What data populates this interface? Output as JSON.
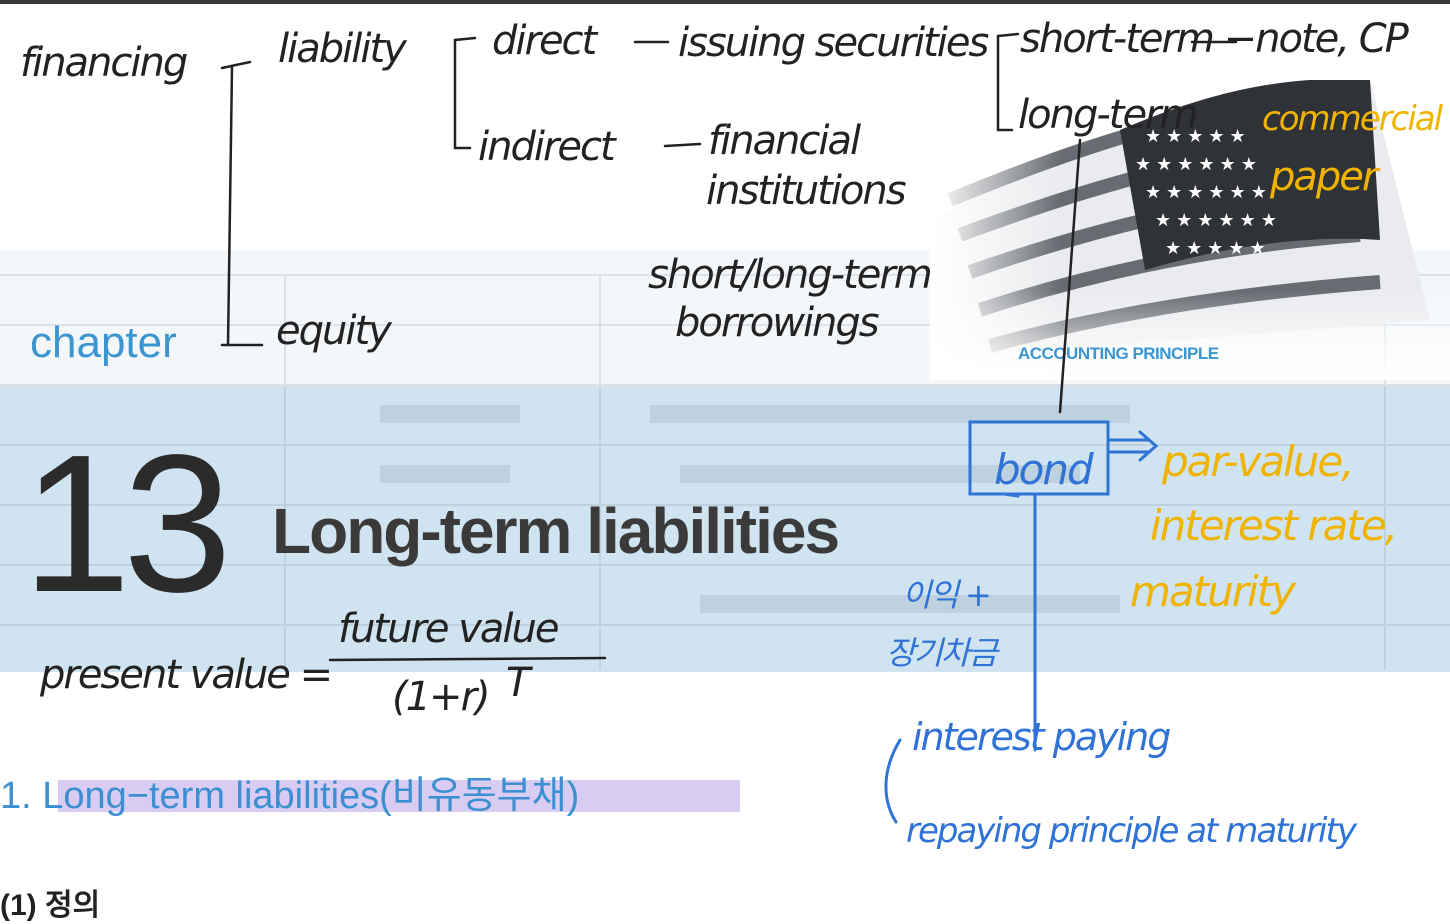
{
  "page": {
    "chapter_label": "chapter",
    "chapter_number": "13",
    "chapter_title": "Long-term liabilities",
    "header_tag": "ACCOUNTING PRINCIPLE",
    "section_heading": "1. Long−term liabilities(비유동부채)",
    "sub_heading": "(1) 정의"
  },
  "annotations": {
    "financing": "financing",
    "liability": "liability",
    "direct": "direct",
    "issuing_securities": "issuing securities",
    "short_term_note": "short-term −note, CP",
    "long_term": "long-term",
    "commercial": "commercial",
    "paper": "paper",
    "indirect": "indirect",
    "financial": "financial",
    "institutions": "institutions",
    "short_long_term": "short/long-term",
    "borrowings": "borrowings",
    "equity": "equity",
    "bond": "bond",
    "par_value": "par-value,",
    "interest_rate": "interest rate,",
    "maturity": "maturity",
    "korean_line1": "이익 +",
    "korean_line2": "장기차금",
    "interest_paying": "interest paying",
    "repaying": "repaying principle at maturity",
    "present_value": "present value =",
    "future_value": "future value",
    "denominator": "(1+r)",
    "exponent": "T"
  },
  "colors": {
    "ink_black": "#222222",
    "ink_blue": "#2f73d6",
    "ink_yellow": "#f0b400",
    "print_blue": "#3b95d1",
    "band_blue": "#cfe3f1",
    "highlight_purple": "#d9ccf3"
  }
}
